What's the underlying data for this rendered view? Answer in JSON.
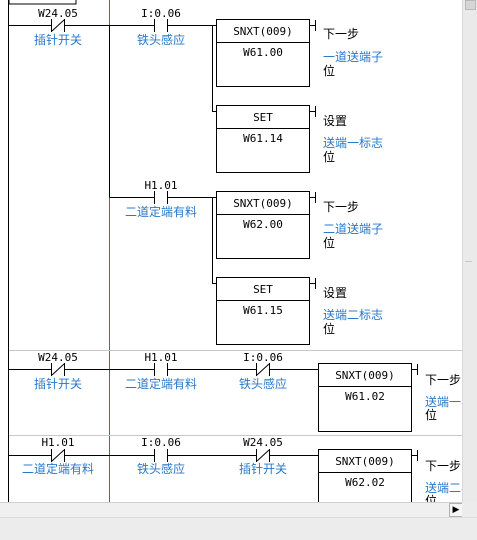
{
  "rungs": [
    {
      "contacts": [
        {
          "addr": "W24.05",
          "comment": "插针开关",
          "type": "nc"
        },
        {
          "addr": "I:0.06",
          "comment": "铁头感应",
          "type": "no"
        }
      ],
      "outputs": [
        {
          "instr": "SNXT(009)",
          "operand": "W61.00",
          "desc": "下一步",
          "comment_lines": [
            "一道送端子",
            "位"
          ]
        },
        {
          "instr": "SET",
          "operand": "W61.14",
          "desc": "设置",
          "comment_lines": [
            "送端一标志",
            "位"
          ]
        }
      ],
      "branch": {
        "contact": {
          "addr": "H1.01",
          "comment": "二道定端有料",
          "type": "no"
        },
        "outputs": [
          {
            "instr": "SNXT(009)",
            "operand": "W62.00",
            "desc": "下一步",
            "comment_lines": [
              "二道送端子",
              "位"
            ]
          },
          {
            "instr": "SET",
            "operand": "W61.15",
            "desc": "设置",
            "comment_lines": [
              "送端二标志",
              "位"
            ]
          }
        ]
      }
    },
    {
      "contacts": [
        {
          "addr": "W24.05",
          "comment": "插针开关",
          "type": "nc"
        },
        {
          "addr": "H1.01",
          "comment": "二道定端有料",
          "type": "no"
        },
        {
          "addr": "I:0.06",
          "comment": "铁头感应",
          "type": "nc"
        }
      ],
      "output": {
        "instr": "SNXT(009)",
        "operand": "W61.02",
        "desc": "下一步",
        "comment_lines": [
          "送端一与",
          "位"
        ]
      }
    },
    {
      "contacts": [
        {
          "addr": "H1.01",
          "comment": "二道定端有料",
          "type": "nc"
        },
        {
          "addr": "I:0.06",
          "comment": "铁头感应",
          "type": "no"
        },
        {
          "addr": "W24.05",
          "comment": "插针开关",
          "type": "nc"
        }
      ],
      "output": {
        "instr": "SNXT(009)",
        "operand": "W62.02",
        "desc": "下一步",
        "comment_lines": [
          "送端二与",
          "位"
        ]
      }
    }
  ],
  "scrollbar": {
    "right_arrow": "▶"
  },
  "colors": {
    "comment": "#2a78c8",
    "rail": "#000000",
    "green_rail": "#2e8b2e"
  }
}
